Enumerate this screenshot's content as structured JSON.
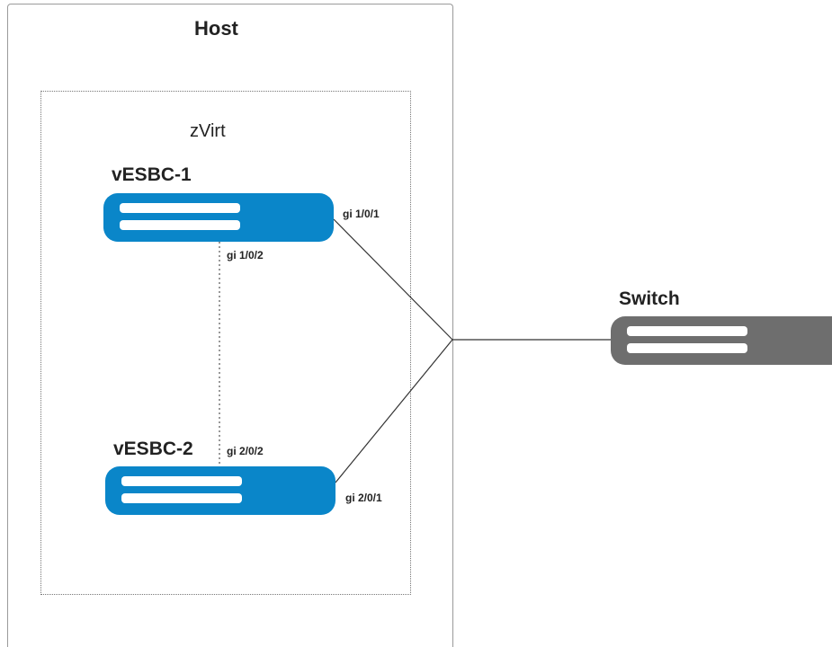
{
  "host": {
    "title": "Host"
  },
  "zvirt": {
    "title": "zVirt"
  },
  "devices": {
    "vesbc1": {
      "name": "vESBC-1",
      "color": "#0a86c9"
    },
    "vesbc2": {
      "name": "vESBC-2",
      "color": "#0a86c9"
    },
    "switch": {
      "name": "Switch",
      "color": "#6e6e6e"
    }
  },
  "ports": {
    "vesbc1_uplink": "gi 1/0/1",
    "vesbc1_interlink": "gi 1/0/2",
    "vesbc2_interlink": "gi 2/0/2",
    "vesbc2_uplink": "gi 2/0/1"
  }
}
